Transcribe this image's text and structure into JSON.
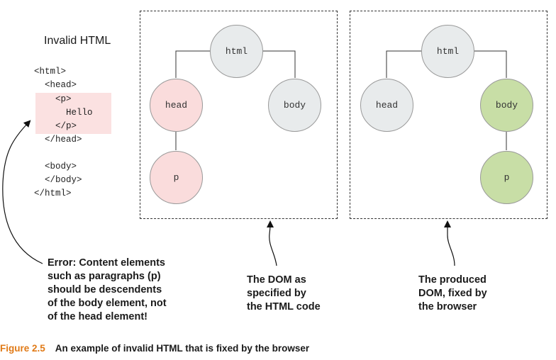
{
  "invalid_title": "Invalid HTML",
  "code_lines": [
    "<html>",
    "  <head>",
    "    <p>",
    "      Hello",
    "    </p>",
    "  </head>",
    "",
    "  <body>",
    "  </body>",
    "</html>"
  ],
  "left_tree": {
    "root": "html",
    "child_left": "head",
    "child_right": "body",
    "grandchild": "p"
  },
  "right_tree": {
    "root": "html",
    "child_left": "head",
    "child_right": "body",
    "grandchild": "p"
  },
  "error_caption": [
    "Error: Content elements",
    "such as paragraphs (p)",
    "should be descendents",
    "of the body element, not",
    "of the head element!"
  ],
  "dom_caption": [
    "The DOM as",
    "specified by",
    "the HTML code"
  ],
  "fixed_caption": [
    "The produced",
    "DOM, fixed by",
    "the browser"
  ],
  "figure": {
    "label": "Figure 2.5",
    "text": "An example of invalid HTML that is fixed by the browser"
  },
  "colors": {
    "highlight": "#fbe1e1",
    "node_gray": "#e8ebec",
    "node_pink": "#fadcdc",
    "node_green": "#c8dea6",
    "figure_label": "#e07a17"
  }
}
